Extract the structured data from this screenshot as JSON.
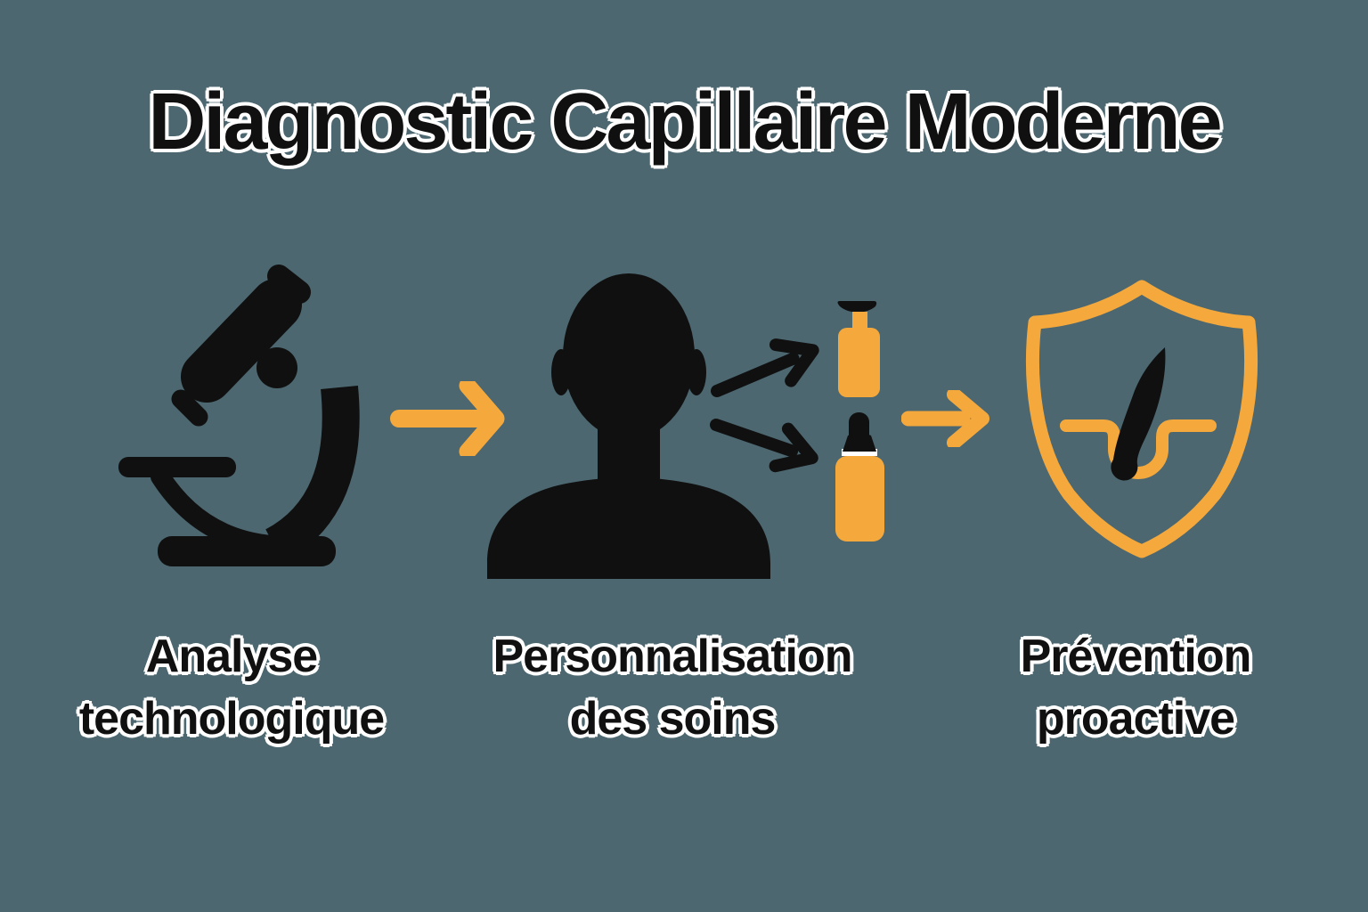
{
  "title": "Diagnostic Capillaire Moderne",
  "colors": {
    "bg": "#4C6770",
    "ink": "#101010",
    "accent": "#F5A93C",
    "outline": "#FFFFFF"
  },
  "steps": [
    {
      "icon": "microscope-icon",
      "line1": "Analyse",
      "line2": "technologique"
    },
    {
      "icon": "person-treatments-icon",
      "line1": "Personnalisation",
      "line2": "des soins"
    },
    {
      "icon": "shield-hair-follicle-icon",
      "line1": "Prévention",
      "line2": "proactive"
    }
  ],
  "connectors": [
    {
      "icon": "arrow-right-icon"
    },
    {
      "icon": "split-arrows-icon"
    },
    {
      "icon": "arrow-right-icon"
    }
  ]
}
